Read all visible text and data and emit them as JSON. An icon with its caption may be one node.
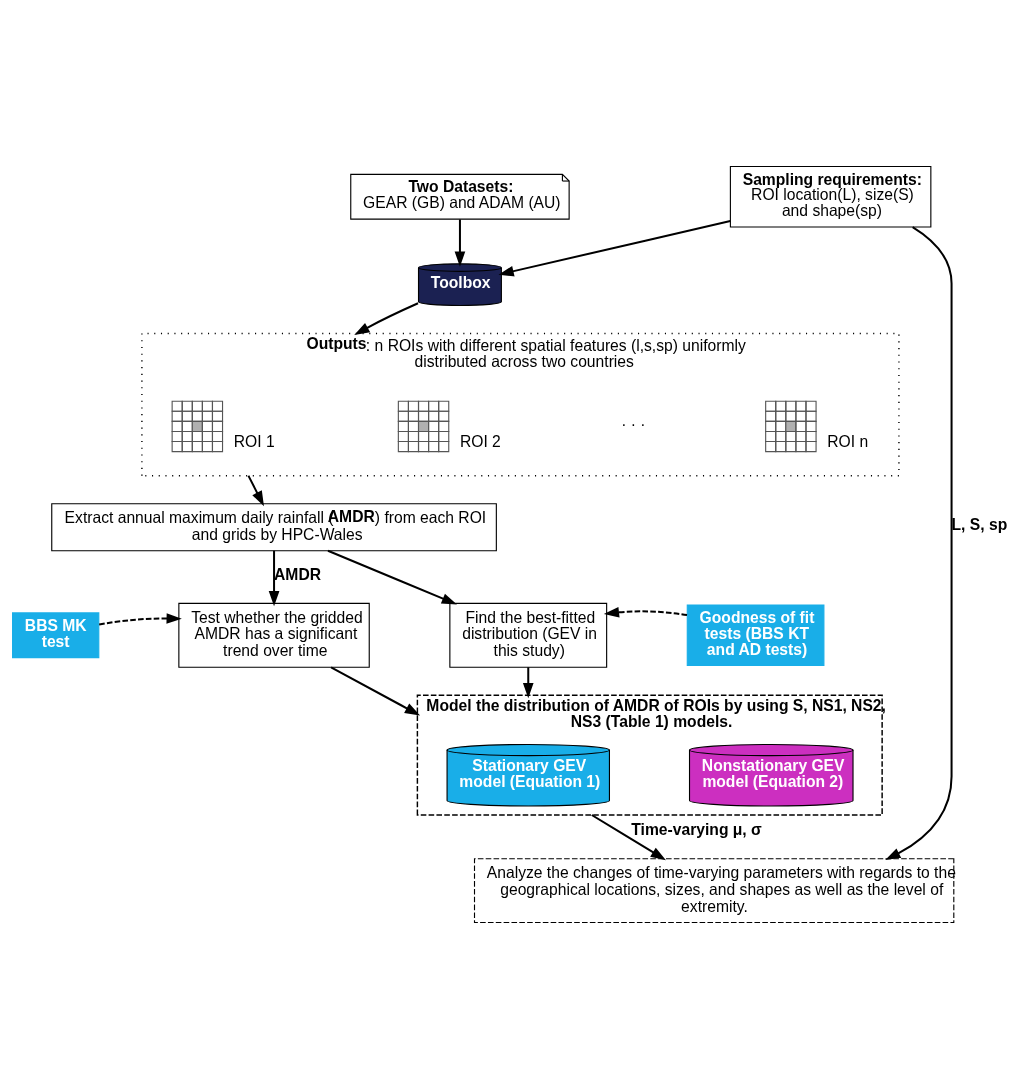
{
  "diagram": {
    "nodes": [
      {
        "text": [
          "Two Datasets:",
          "GEAR (GB) and ADAM (AU)"
        ]
      },
      {
        "text": [
          "Sampling requirements:",
          "ROI location(L), size(S) and shape(sp)"
        ]
      },
      {
        "text": [
          "Toolbox"
        ]
      },
      {
        "text": [
          "**Outputs**: n ROIs with different spatial features (l,s,sp) uniformly distributed across two countries"
        ]
      },
      {
        "text": [],
        "shape": "grid",
        "in": 3,
        "beside": [
          "ROI 1"
        ]
      },
      {
        "text": [],
        "shape": "grid",
        "in": 3,
        "beside": [
          "ROI 2"
        ]
      },
      {
        "text": [],
        "shape": "grid",
        "in": 3,
        "beside": [
          "ROI n"
        ]
      },
      {
        "text": [
          "Extract annual maximum daily rainfall (**AMDR**) from each ROI and grids by HPC-Wales"
        ]
      },
      {
        "text": [
          "Test whether the gridded AMDR has a significant trend over time"
        ]
      },
      {
        "text": [
          "Find the best-fitted distribution (GEV in this study)"
        ]
      },
      {
        "text": [
          "BBS MK test"
        ]
      },
      {
        "text": [
          "Goodness of fit tests (BBS KT and AD tests)"
        ]
      },
      {
        "text": [
          "Model the distribution of AMDR of ROIs by using S, NS1, NS2, NS3 (Table 1) models."
        ]
      },
      {
        "text": [
          "Stationary GEV model (Equation 1)"
        ],
        "in": 12
      },
      {
        "text": [
          "Nonstationary GEV model (Equation 2)"
        ],
        "in": 12
      },
      {
        "text": [
          "Analyze the changes of time-varying parameters with regards to the geographical locations, sizes, and shapes as well as the level of extremity."
        ]
      }
    ],
    "edges": [
      {
        "from": 0,
        "to": 2,
        "arrow": "to"
      },
      {
        "from": 1,
        "to": 2,
        "arrow": "to"
      },
      {
        "from": 2,
        "to": 3,
        "arrow": "to"
      },
      {
        "from": 3,
        "to": 7,
        "arrow": "to"
      },
      {
        "from": 7,
        "to": 8,
        "arrow": "to",
        "label": "AMDR"
      },
      {
        "from": 7,
        "to": 9,
        "arrow": "to"
      },
      {
        "from": 10,
        "to": 8,
        "arrow": "to",
        "style": "dashed"
      },
      {
        "from": 11,
        "to": 9,
        "arrow": "to",
        "style": "dashed"
      },
      {
        "from": 8,
        "to": 12,
        "arrow": "to"
      },
      {
        "from": 9,
        "to": 12,
        "arrow": "to"
      },
      {
        "from": 12,
        "to": 15,
        "arrow": "to",
        "label": "Time-varying μ, σ"
      },
      {
        "from": 1,
        "to": 15,
        "arrow": "to",
        "label": "L, S, sp"
      }
    ],
    "labels": [
      "· · ·"
    ]
  }
}
